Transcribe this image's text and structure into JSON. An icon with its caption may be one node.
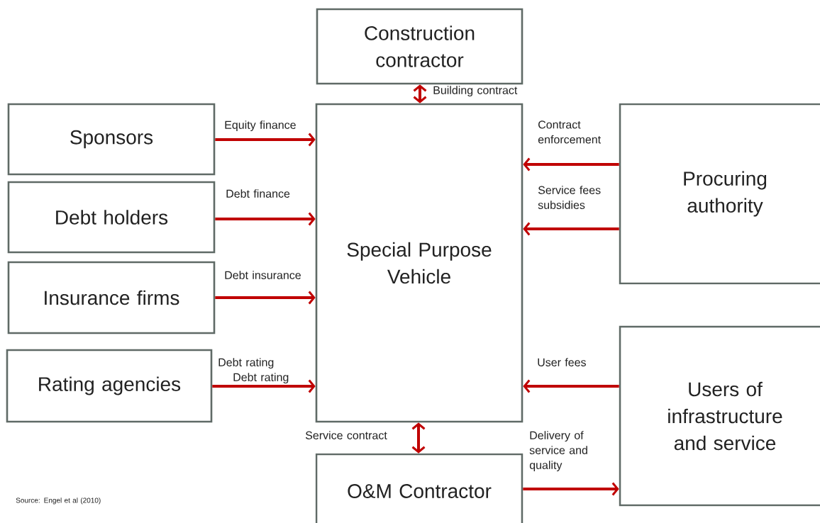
{
  "diagram": {
    "nodes": [
      {
        "text": [
          "Construction contractor"
        ]
      },
      {
        "text": [
          "Sponsors"
        ]
      },
      {
        "text": [
          "Debt holders"
        ]
      },
      {
        "text": [
          "Insurance firms"
        ]
      },
      {
        "text": [
          "Rating agencies"
        ]
      },
      {
        "text": [
          "Special Purpose Vehicle"
        ]
      },
      {
        "text": [
          "Procuring authority"
        ]
      },
      {
        "text": [
          "Users of infrastructure and service"
        ]
      },
      {
        "text": [
          "O&M Contractor"
        ]
      }
    ],
    "edges": [
      {
        "from": 0,
        "to": 5,
        "arrow": "both",
        "label": "Building contract"
      },
      {
        "from": 1,
        "to": 5,
        "arrow": "to",
        "label": "Equity finance"
      },
      {
        "from": 2,
        "to": 5,
        "arrow": "to",
        "label": "Debt finance"
      },
      {
        "from": 3,
        "to": 5,
        "arrow": "to",
        "label": "Debt insurance"
      },
      {
        "from": 4,
        "to": 5,
        "arrow": "to",
        "label": "Debt rating"
      },
      {
        "from": 6,
        "to": 5,
        "arrow": "to",
        "label": "Contract enforcement"
      },
      {
        "from": 6,
        "to": 5,
        "arrow": "to",
        "label": "Service fees subsidies"
      },
      {
        "from": 7,
        "to": 5,
        "arrow": "to",
        "label": "User fees"
      },
      {
        "from": 5,
        "to": 8,
        "arrow": "both",
        "label": "Service contract"
      },
      {
        "from": 8,
        "to": 7,
        "arrow": "to",
        "label": "Delivery of service and quality"
      }
    ],
    "labels": [
      "Debt rating",
      "Source: Engel et al (2010)"
    ]
  }
}
